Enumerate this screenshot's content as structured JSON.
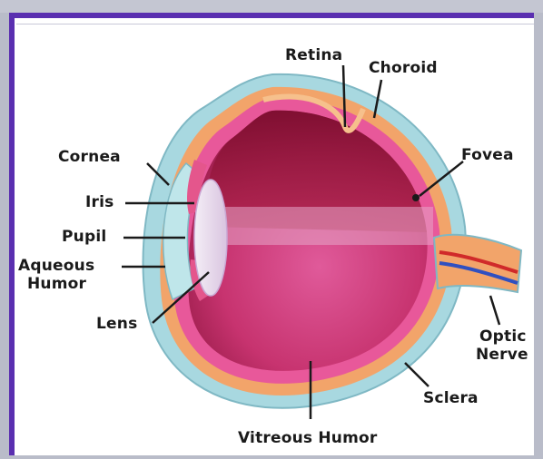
{
  "labels": {
    "retina": "Retina",
    "choroid": "Choroid",
    "fovea": "Fovea",
    "cornea": "Cornea",
    "iris": "Iris",
    "pupil": "Pupil",
    "aqueous_humor_1": "Aqueous",
    "aqueous_humor_2": "Humor",
    "lens": "Lens",
    "optic_nerve_1": "Optic",
    "optic_nerve_2": "Nerve",
    "sclera": "Sclera",
    "vitreous_humor": "Vitreous Humor"
  },
  "colors": {
    "frame_border": "#5a2fb0",
    "background": "#b9bcc9",
    "sclera": "#a8d8e0",
    "choroid": "#f2a46a",
    "retina_pink": "#e0408a",
    "vitreous": "#c0306a"
  }
}
